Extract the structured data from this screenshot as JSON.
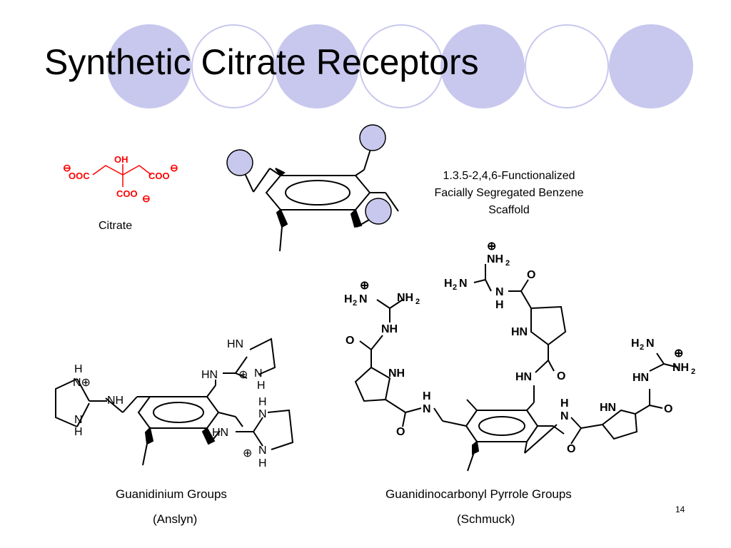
{
  "slide": {
    "title": "Synthetic Citrate Receptors",
    "slide_number": "14",
    "accent_color": "#c8c8ee"
  },
  "citrate": {
    "caption": "Citrate",
    "color": "#ff0000",
    "labels": {
      "oh": "OH",
      "left": "OOC",
      "right": "COO",
      "bottom": "COO",
      "charge": "⊖"
    }
  },
  "scaffold": {
    "caption_lines": [
      "1.3.5-2,4,6-Functionalized",
      "Facially Segregated Benzene",
      "Scaffold"
    ]
  },
  "anslyn": {
    "caption": "Guanidinium Groups",
    "author": "(Anslyn)",
    "labels": {
      "nh": "NH",
      "hn": "HN",
      "h": "H",
      "n": "N",
      "nplus": "N⊕",
      "plus": "⊕"
    }
  },
  "schmuck": {
    "caption": "Guanidinocarbonyl Pyrrole Groups",
    "author": "(Schmuck)",
    "labels": {
      "nh2": "NH",
      "h2n": "H",
      "two": "2",
      "n_end": "N",
      "nh": "NH",
      "hn": "HN",
      "h": "H",
      "n": "N",
      "o": "O",
      "plus": "⊕"
    }
  }
}
